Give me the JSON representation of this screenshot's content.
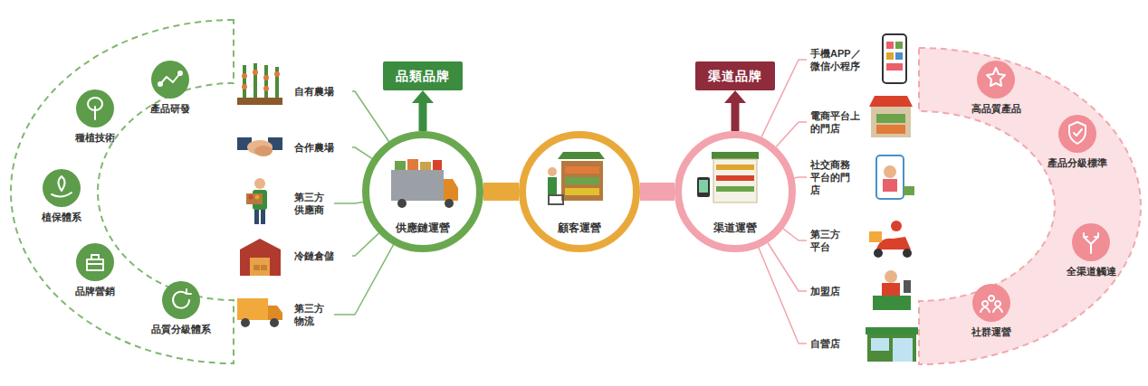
{
  "diagram": {
    "nodes": [
      {
        "text": [
          "產品研發"
        ]
      },
      {
        "text": [
          "種植技術"
        ]
      },
      {
        "text": [
          "植保體系"
        ]
      },
      {
        "text": [
          "品牌營銷"
        ]
      },
      {
        "text": [
          "品質分級體系"
        ]
      },
      {
        "text": [
          "自有農場"
        ]
      },
      {
        "text": [
          "合作農場"
        ]
      },
      {
        "text": [
          "第三方供應商"
        ]
      },
      {
        "text": [
          "冷鏈倉儲"
        ]
      },
      {
        "text": [
          "第三方物流"
        ]
      },
      {
        "text": [
          "品類品牌"
        ]
      },
      {
        "text": [
          "供應鏈運營"
        ]
      },
      {
        "text": [
          "顧客運營"
        ]
      },
      {
        "text": [
          "渠道品牌"
        ]
      },
      {
        "text": [
          "渠道運營"
        ]
      },
      {
        "text": [
          "手機APP／微信小程序"
        ]
      },
      {
        "text": [
          "電商平台上的門店"
        ]
      },
      {
        "text": [
          "社交商務平台的門店"
        ]
      },
      {
        "text": [
          "第三方平台"
        ]
      },
      {
        "text": [
          "加盟店"
        ]
      },
      {
        "text": [
          "自營店"
        ]
      },
      {
        "text": [
          "高品質產品"
        ]
      },
      {
        "text": [
          "產品分級標準"
        ]
      },
      {
        "text": [
          "全渠道觸達"
        ]
      },
      {
        "text": [
          "社群運營"
        ]
      }
    ],
    "edges": [
      {
        "from": 5,
        "to": 11,
        "arrow": "none"
      },
      {
        "from": 6,
        "to": 11,
        "arrow": "none"
      },
      {
        "from": 7,
        "to": 11,
        "arrow": "none"
      },
      {
        "from": 8,
        "to": 11,
        "arrow": "none"
      },
      {
        "from": 9,
        "to": 11,
        "arrow": "none"
      },
      {
        "from": 11,
        "to": 10,
        "arrow": "to"
      },
      {
        "from": 11,
        "to": 12,
        "arrow": "none"
      },
      {
        "from": 12,
        "to": 14,
        "arrow": "none"
      },
      {
        "from": 14,
        "to": 13,
        "arrow": "to"
      },
      {
        "from": 14,
        "to": 15,
        "arrow": "none"
      },
      {
        "from": 14,
        "to": 16,
        "arrow": "none"
      },
      {
        "from": 14,
        "to": 17,
        "arrow": "none"
      },
      {
        "from": 14,
        "to": 18,
        "arrow": "none"
      },
      {
        "from": 14,
        "to": 19,
        "arrow": "none"
      },
      {
        "from": 14,
        "to": 20,
        "arrow": "none"
      }
    ]
  }
}
